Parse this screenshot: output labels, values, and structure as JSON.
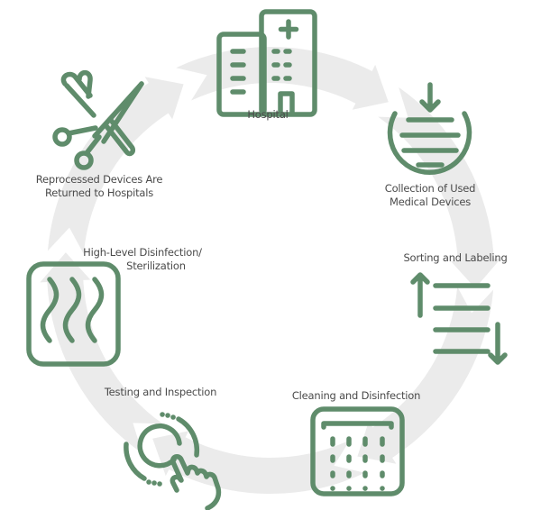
{
  "colors": {
    "icon": "#5f8c6b",
    "ring": "#ebebeb",
    "text": "#4a4a4a"
  },
  "steps": [
    {
      "label": "Hospital",
      "icon": "hospital-building-icon"
    },
    {
      "line1": "Collection of Used",
      "line2": "Medical Devices",
      "icon": "collection-bin-icon"
    },
    {
      "label": "Sorting and Labeling",
      "icon": "sort-list-icon"
    },
    {
      "label": "Cleaning and Disinfection",
      "icon": "cleaning-spray-icon"
    },
    {
      "label": "Testing and Inspection",
      "icon": "touch-inspect-icon"
    },
    {
      "line1": "High-Level Disinfection/",
      "line2": "Sterilization",
      "icon": "heat-waves-icon"
    },
    {
      "line1": "Reprocessed Devices Are",
      "line2": "Returned to Hospitals",
      "icon": "surgical-scissors-icon"
    }
  ]
}
